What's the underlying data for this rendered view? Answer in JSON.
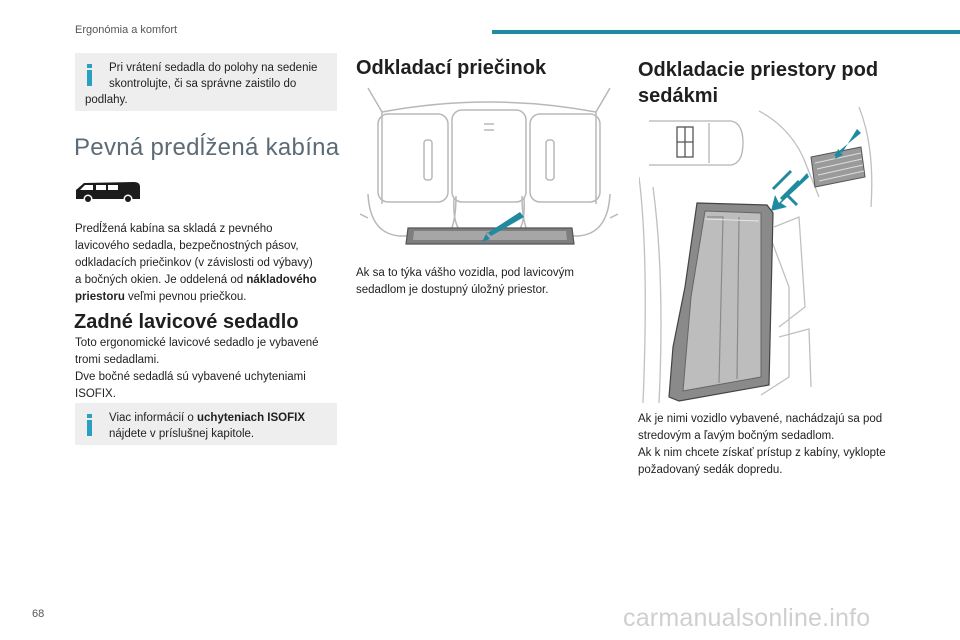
{
  "header": {
    "title": "Ergonómia a komfort"
  },
  "page_number": "68",
  "watermark": "carmanualsonline.info",
  "col1": {
    "note_top": {
      "line1": "Pri vrátení sedadla do polohy na sedenie",
      "line2": "skontrolujte, či sa správne zaistilo do",
      "line3": "podlahy."
    },
    "section_title": "Pevná predĺžená kabína",
    "van_icon": "van-icon",
    "paragraph": {
      "l1": "Predĺžená kabína sa skladá z pevného",
      "l2": "lavicového sedadla, bezpečnostných pásov,",
      "l3": "odkladacích priečinkov (v závislosti od výbavy)",
      "l4a": "a bočných okien. Je oddelená od ",
      "l4b": "nákladového",
      "l5a": "priestoru",
      "l5b": " veľmi pevnou priečkou."
    },
    "subsection_title": "Zadné lavicové sedadlo",
    "paragraph2": {
      "l1": "Toto ergonomické lavicové sedadlo je vybavené",
      "l2": "tromi sedadlami.",
      "l3": "Dve bočné sedadlá sú vybavené uchyteniami",
      "l4": "ISOFIX."
    },
    "note_bottom": {
      "l1a": "Viac informácií o ",
      "l1b": "uchyteniach ISOFIX",
      "l2": "nájdete v príslušnej kapitole."
    }
  },
  "col2": {
    "title": "Odkladací priečinok",
    "l1": "Ak sa to týka vášho vozidla, pod lavicovým",
    "l2": "sedadlom je dostupný úložný priestor."
  },
  "col3": {
    "title_l1": "Odkladacie priestory pod",
    "title_l2": "sedákmi",
    "l1": "Ak je nimi vozidlo vybavené, nachádzajú sa pod",
    "l2": "stredovým a ľavým bočným sedadlom.",
    "l3": "Ak k nim chcete získať prístup z kabíny, vyklopte",
    "l4": "požadovaný sedák dopredu."
  },
  "colors": {
    "accent": "#1f8aa0",
    "note_bg": "#eeeeee",
    "info_icon": "#2aa0c0"
  }
}
